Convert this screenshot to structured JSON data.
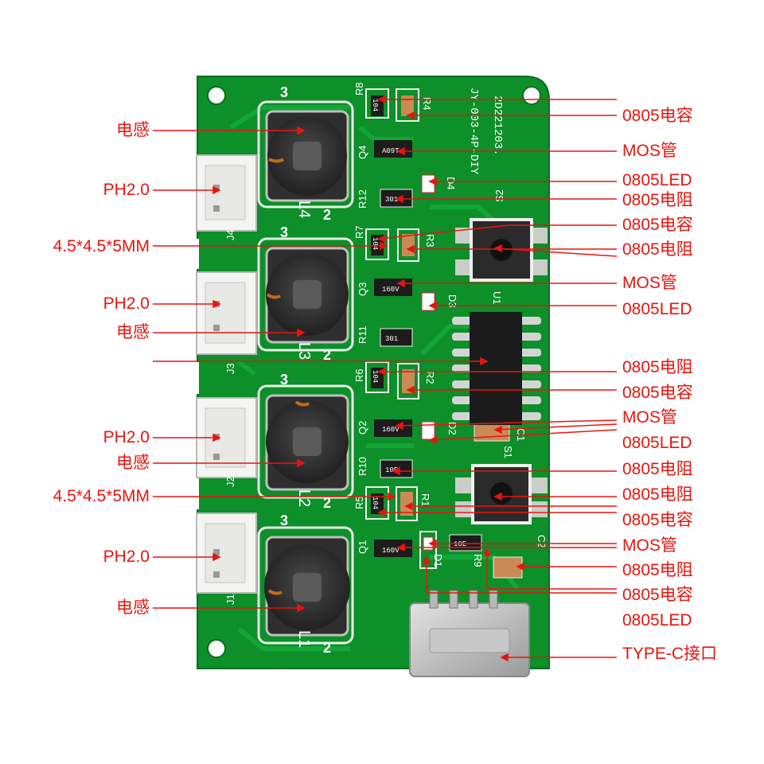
{
  "board": {
    "silk_title": "JY-003-4P-DIY",
    "silk_date": "2D221203.",
    "refs": {
      "L4": "L4",
      "L3": "L3",
      "L2": "L2",
      "L1": "L1",
      "J4": "J4",
      "J3": "J3",
      "J2": "J2",
      "J1": "J1",
      "R8": "R8",
      "R4": "R4",
      "Q4": "Q4",
      "R12": "R12",
      "D4": "D4",
      "R7": "R7",
      "R3": "R3",
      "Q3": "Q3",
      "R11": "R11",
      "D3": "D3",
      "R6": "R6",
      "R2": "R2",
      "Q2": "Q2",
      "R10": "R10",
      "D2": "D2",
      "R5": "R5",
      "R1": "R1",
      "Q1": "Q1",
      "D1": "D1",
      "R9": "R9",
      "U1": "U1",
      "S1": "S1",
      "S2": "S2",
      "C1": "C1",
      "C2": "C2",
      "pin3": "3",
      "pin2": "2"
    },
    "marks": {
      "cap": "104",
      "mos": "A09T",
      "res": "301",
      "res2": "10E",
      "mos2": "160V"
    }
  },
  "left_labels": [
    "电感",
    "PH2.0",
    "4.5*4.5*5MM",
    "PH2.0",
    "电感",
    "PH2.0",
    "电感",
    "4.5*4.5*5MM",
    "PH2.0",
    "电感"
  ],
  "right_labels": [
    "0805电容",
    "MOS管",
    "0805LED",
    "0805电阻",
    "0805电容",
    "0805电阻",
    "MOS管",
    "0805LED",
    "0805电阻",
    "0805电容",
    "MOS管",
    "0805LED",
    "0805电阻",
    "0805电阻",
    "0805电容",
    "MOS管",
    "0805电阻",
    "0805电容",
    "0805LED",
    "TYPE-C接口"
  ],
  "colors": {
    "pcb": "#0d8f2a",
    "label": "#e8150f",
    "pad": "#c9cfc8",
    "chip": "#1c1c1c"
  }
}
